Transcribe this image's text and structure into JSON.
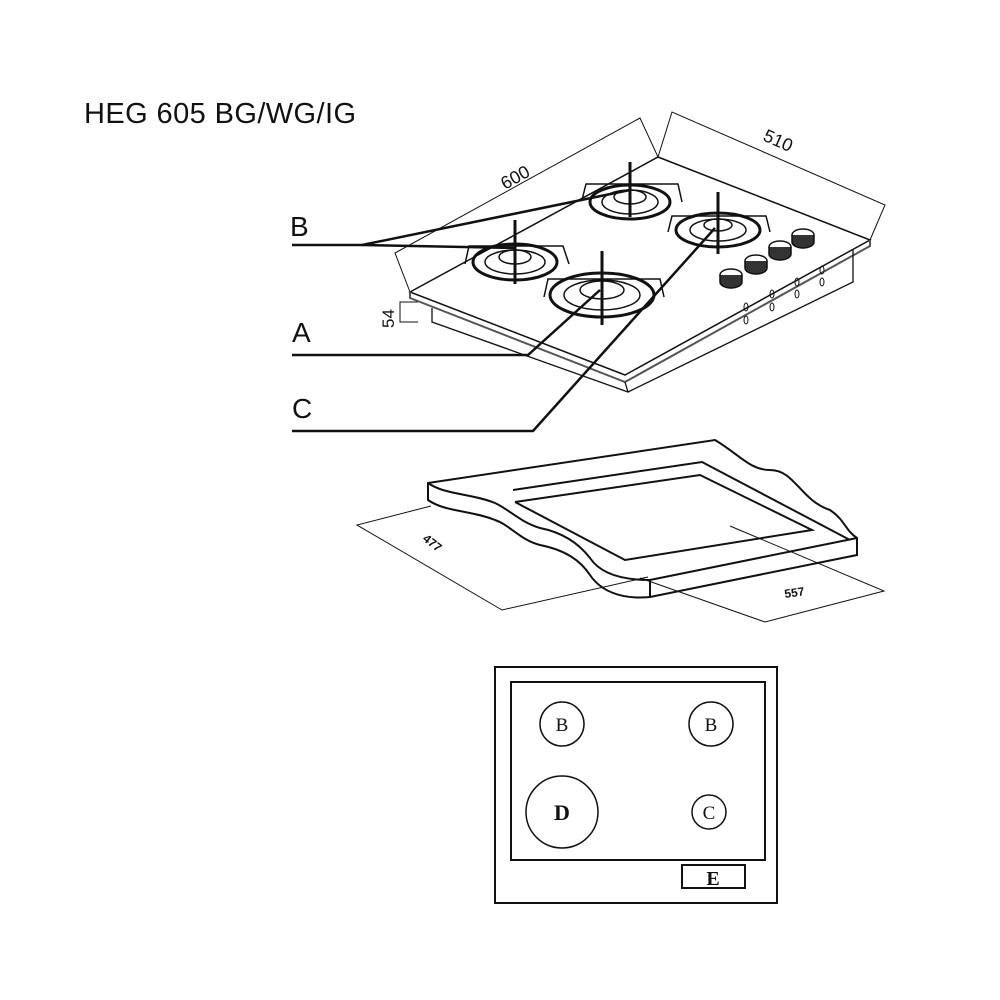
{
  "title": "HEG 605 BG/WG/IG",
  "hob": {
    "dim_width": "600",
    "dim_depth": "510",
    "dim_height": "54",
    "labels": {
      "b": "B",
      "a": "A",
      "c": "C"
    }
  },
  "cutout": {
    "dim_depth": "477",
    "dim_width": "557"
  },
  "layout_plan": {
    "burners": [
      {
        "label": "B"
      },
      {
        "label": "B"
      },
      {
        "label": "D"
      },
      {
        "label": "C"
      }
    ],
    "controls_label": "E"
  }
}
